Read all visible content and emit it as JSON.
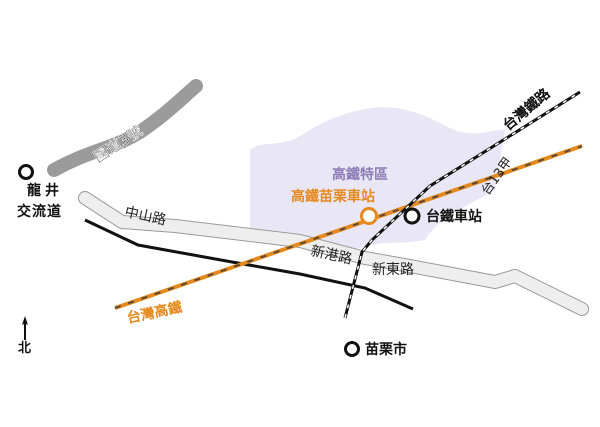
{
  "map": {
    "colors": {
      "hsr": "#e58a1f",
      "district": "#e9e7f6",
      "district_text": "#8c7cb6",
      "road_fill": "#eeeeee",
      "road_stroke": "#9a9a9a",
      "freeway": "#9b9b9b"
    },
    "labels": {
      "freeway": "國道3號",
      "interchange_line1": "龍井",
      "interchange_line2": "交流道",
      "zhongshan_road": "中山路",
      "xingang_road": "新港路",
      "xindong_road": "新東路",
      "hsr_line": "台灣高鐵",
      "tra_line": "台灣鐵路",
      "provincial_road": "台13甲",
      "hsr_district": "高鐵特區",
      "hsr_station": "高鐵苗栗車站",
      "tra_station": "台鐵車站",
      "miaoli_city": "苗栗市",
      "north": "北"
    }
  }
}
